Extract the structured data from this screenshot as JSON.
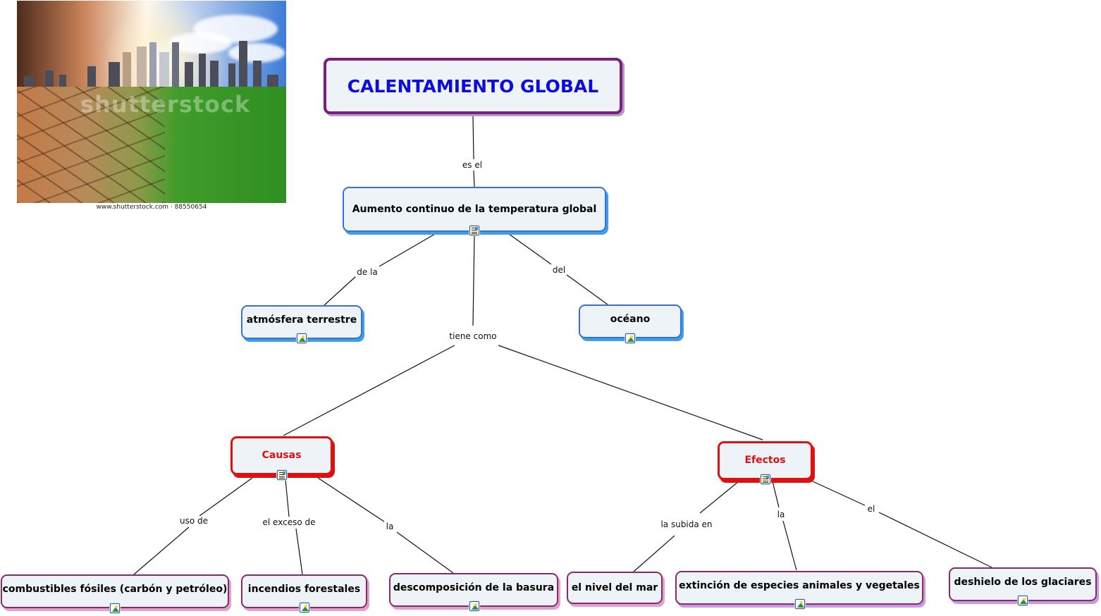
{
  "image": {
    "alt": "Climate change image: cracked dry earth turning into green grass with city skyline",
    "watermark": "shutterstock",
    "caption": "www.shutterstock.com · 88550654"
  },
  "nodes": {
    "root": {
      "label": "CALENTAMIENTO GLOBAL",
      "color": "#0c0ce0",
      "border": "#7a1f80"
    },
    "definition": {
      "label": "Aumento continuo de la temperatura global",
      "icon": "document-image-icon"
    },
    "atmosphere": {
      "label": "atmósfera terrestre",
      "icon": "image-icon"
    },
    "ocean": {
      "label": "océano",
      "icon": "image-icon"
    },
    "causes": {
      "label": "Causas",
      "color": "#e01010",
      "icon": "document-image-icon"
    },
    "effects": {
      "label": "Efectos",
      "color": "#e01010",
      "icon": "document-image-icon"
    },
    "fossil": {
      "label": "combustibles fósiles (carbón y petróleo)",
      "icon": "image-icon"
    },
    "fires": {
      "label": "incendios forestales",
      "icon": "image-icon"
    },
    "garbage": {
      "label": "descomposición de la basura",
      "icon": "image-icon"
    },
    "sea_level": {
      "label": "el nivel del mar"
    },
    "extinction": {
      "label": "extinción de especies animales y vegetales",
      "icon": "image-icon"
    },
    "glaciers": {
      "label": "deshielo de los glaciares",
      "icon": "image-icon"
    }
  },
  "links": {
    "es_el": "es el",
    "de_la": "de la",
    "del": "del",
    "tiene_como": "tiene como",
    "uso_de": "uso de",
    "el_exceso_de": "el exceso de",
    "la_causas": "la",
    "la_subida_en": "la subida en",
    "la_efectos": "la",
    "el": "el"
  }
}
